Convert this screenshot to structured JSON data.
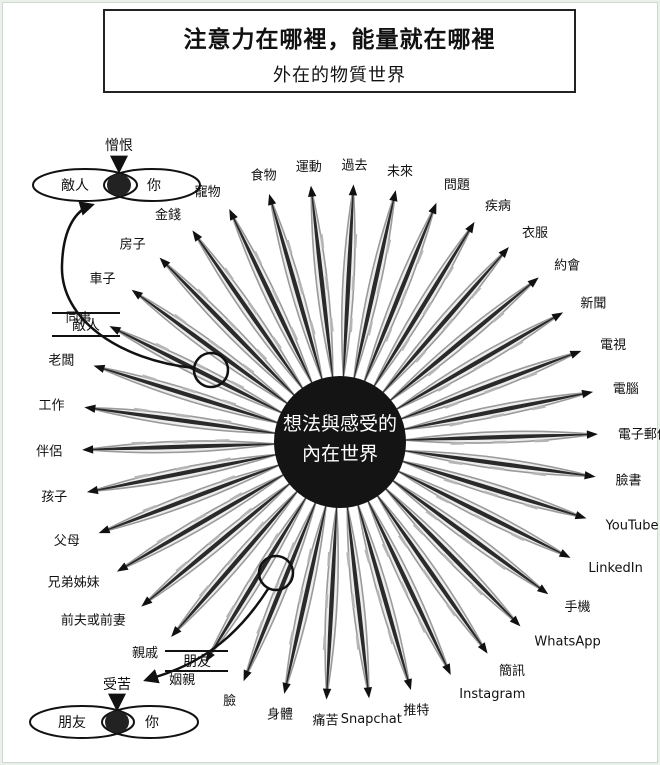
{
  "title": {
    "main": "注意力在哪裡，能量就在哪裡",
    "sub": "外在的物質世界"
  },
  "center": {
    "line1": "想法與感受的",
    "line2": "內在世界"
  },
  "rays": [
    "過去",
    "未來",
    "問題",
    "疾病",
    "衣服",
    "約會",
    "新聞",
    "電視",
    "電腦",
    "電子郵件",
    "臉書",
    "YouTube",
    "LinkedIn",
    "手機",
    "WhatsApp",
    "簡訊",
    "Instagram",
    "推特",
    "Snapchat",
    "痛苦",
    "身體",
    "臉",
    "姻親",
    "親戚",
    "前夫或前妻",
    "兄弟姊妹",
    "父母",
    "孩子",
    "伴侶",
    "工作",
    "老闆",
    "同事",
    "車子",
    "房子",
    "金錢",
    "寵物",
    "食物",
    "運動"
  ],
  "top_venn": {
    "hate": "憎恨",
    "enemy": "敵人",
    "you": "你",
    "bar_label": "敵人"
  },
  "bottom_venn": {
    "suffer": "受苦",
    "friend": "朋友",
    "you": "你",
    "bar_label": "朋友"
  },
  "colors": {
    "center_fill": "#141414",
    "ray_dark": "#2a2a2a",
    "ray_light": "#9a9a9a",
    "frame_bg": "#e9f1ea"
  }
}
